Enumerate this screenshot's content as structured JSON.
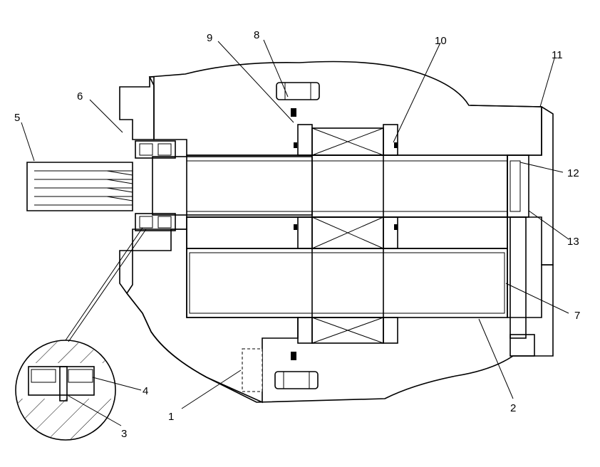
{
  "drawing": {
    "callouts": [
      {
        "id": "c1",
        "text": "1"
      },
      {
        "id": "c2",
        "text": "2"
      },
      {
        "id": "c3",
        "text": "3"
      },
      {
        "id": "c4",
        "text": "4"
      },
      {
        "id": "c5",
        "text": "5"
      },
      {
        "id": "c6",
        "text": "6"
      },
      {
        "id": "c7",
        "text": "7"
      },
      {
        "id": "c8",
        "text": "8"
      },
      {
        "id": "c9",
        "text": "9"
      },
      {
        "id": "c10",
        "text": "10"
      },
      {
        "id": "c11",
        "text": "11"
      },
      {
        "id": "c12",
        "text": "12"
      },
      {
        "id": "c13",
        "text": "13"
      }
    ]
  }
}
